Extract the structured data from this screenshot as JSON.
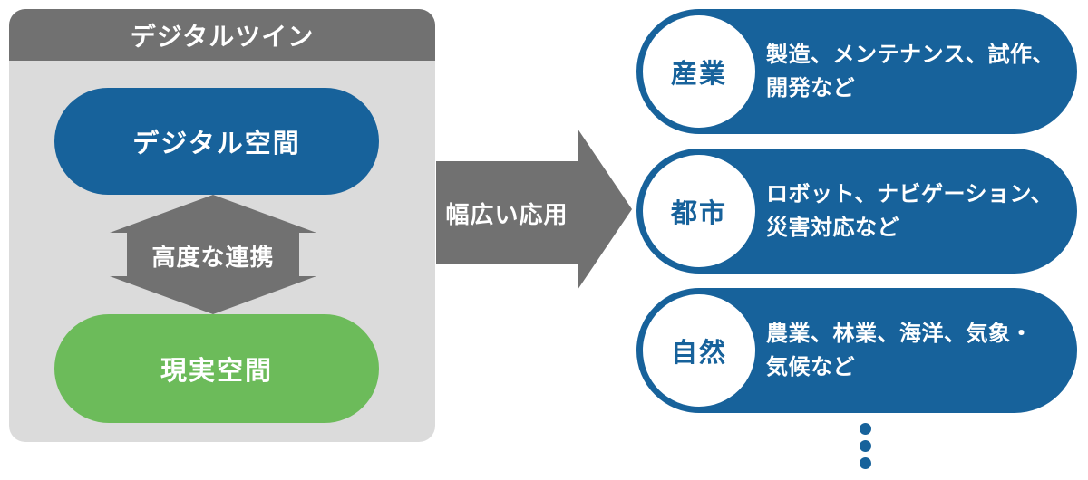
{
  "colors": {
    "blue": "#17629b",
    "green": "#6cbb5a",
    "dark_gray": "#717171",
    "panel_gray": "#dbdbdb",
    "white": "#ffffff"
  },
  "left_panel": {
    "title": "デジタルツイン",
    "digital_space_label": "デジタル空間",
    "link_label": "高度な連携",
    "real_space_label": "現実空間"
  },
  "center_arrow": {
    "label": "幅広い応用"
  },
  "applications": [
    {
      "category": "産業",
      "description": "製造、メンテナンス、試作、\n開発など"
    },
    {
      "category": "都市",
      "description": "ロボット、ナビゲーション、\n災害対応など"
    },
    {
      "category": "自然",
      "description": "農業、林業、海洋、気象・\n気候など"
    }
  ],
  "ellipsis": {
    "dot_count": 3
  }
}
